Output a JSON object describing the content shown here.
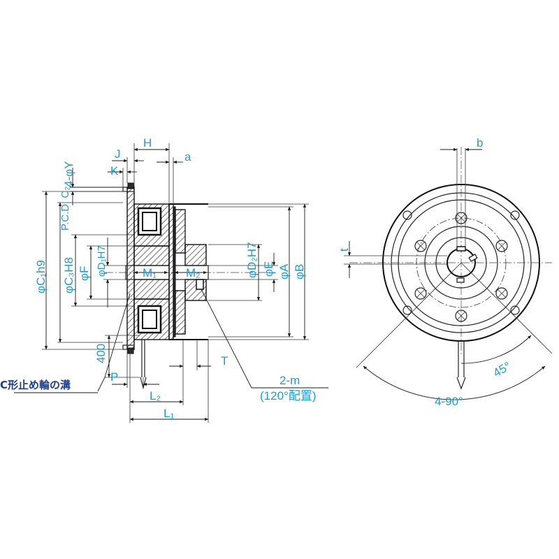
{
  "labels": {
    "H": "H",
    "J": "J",
    "K": "K",
    "a": "a",
    "b": "b",
    "t": "t",
    "T": "T",
    "P": "P",
    "Y": "4-φY",
    "pcd": "P.C.D. C₂",
    "c1": "φC₁h9",
    "c3": "φC₃H8",
    "F": "φF",
    "D1": "φD₁H7",
    "D2": "φD₂H7",
    "E": "φE",
    "A": "φA",
    "B": "φB",
    "M1": "M₁",
    "M2": "M₂",
    "L1": "L₁",
    "L2": "L₂",
    "lead": "400",
    "groove": "C形止め輪の溝",
    "tap": "2-m",
    "tap_note": "(120°配置)",
    "angle45": "45°",
    "angle90": "4-90°"
  }
}
